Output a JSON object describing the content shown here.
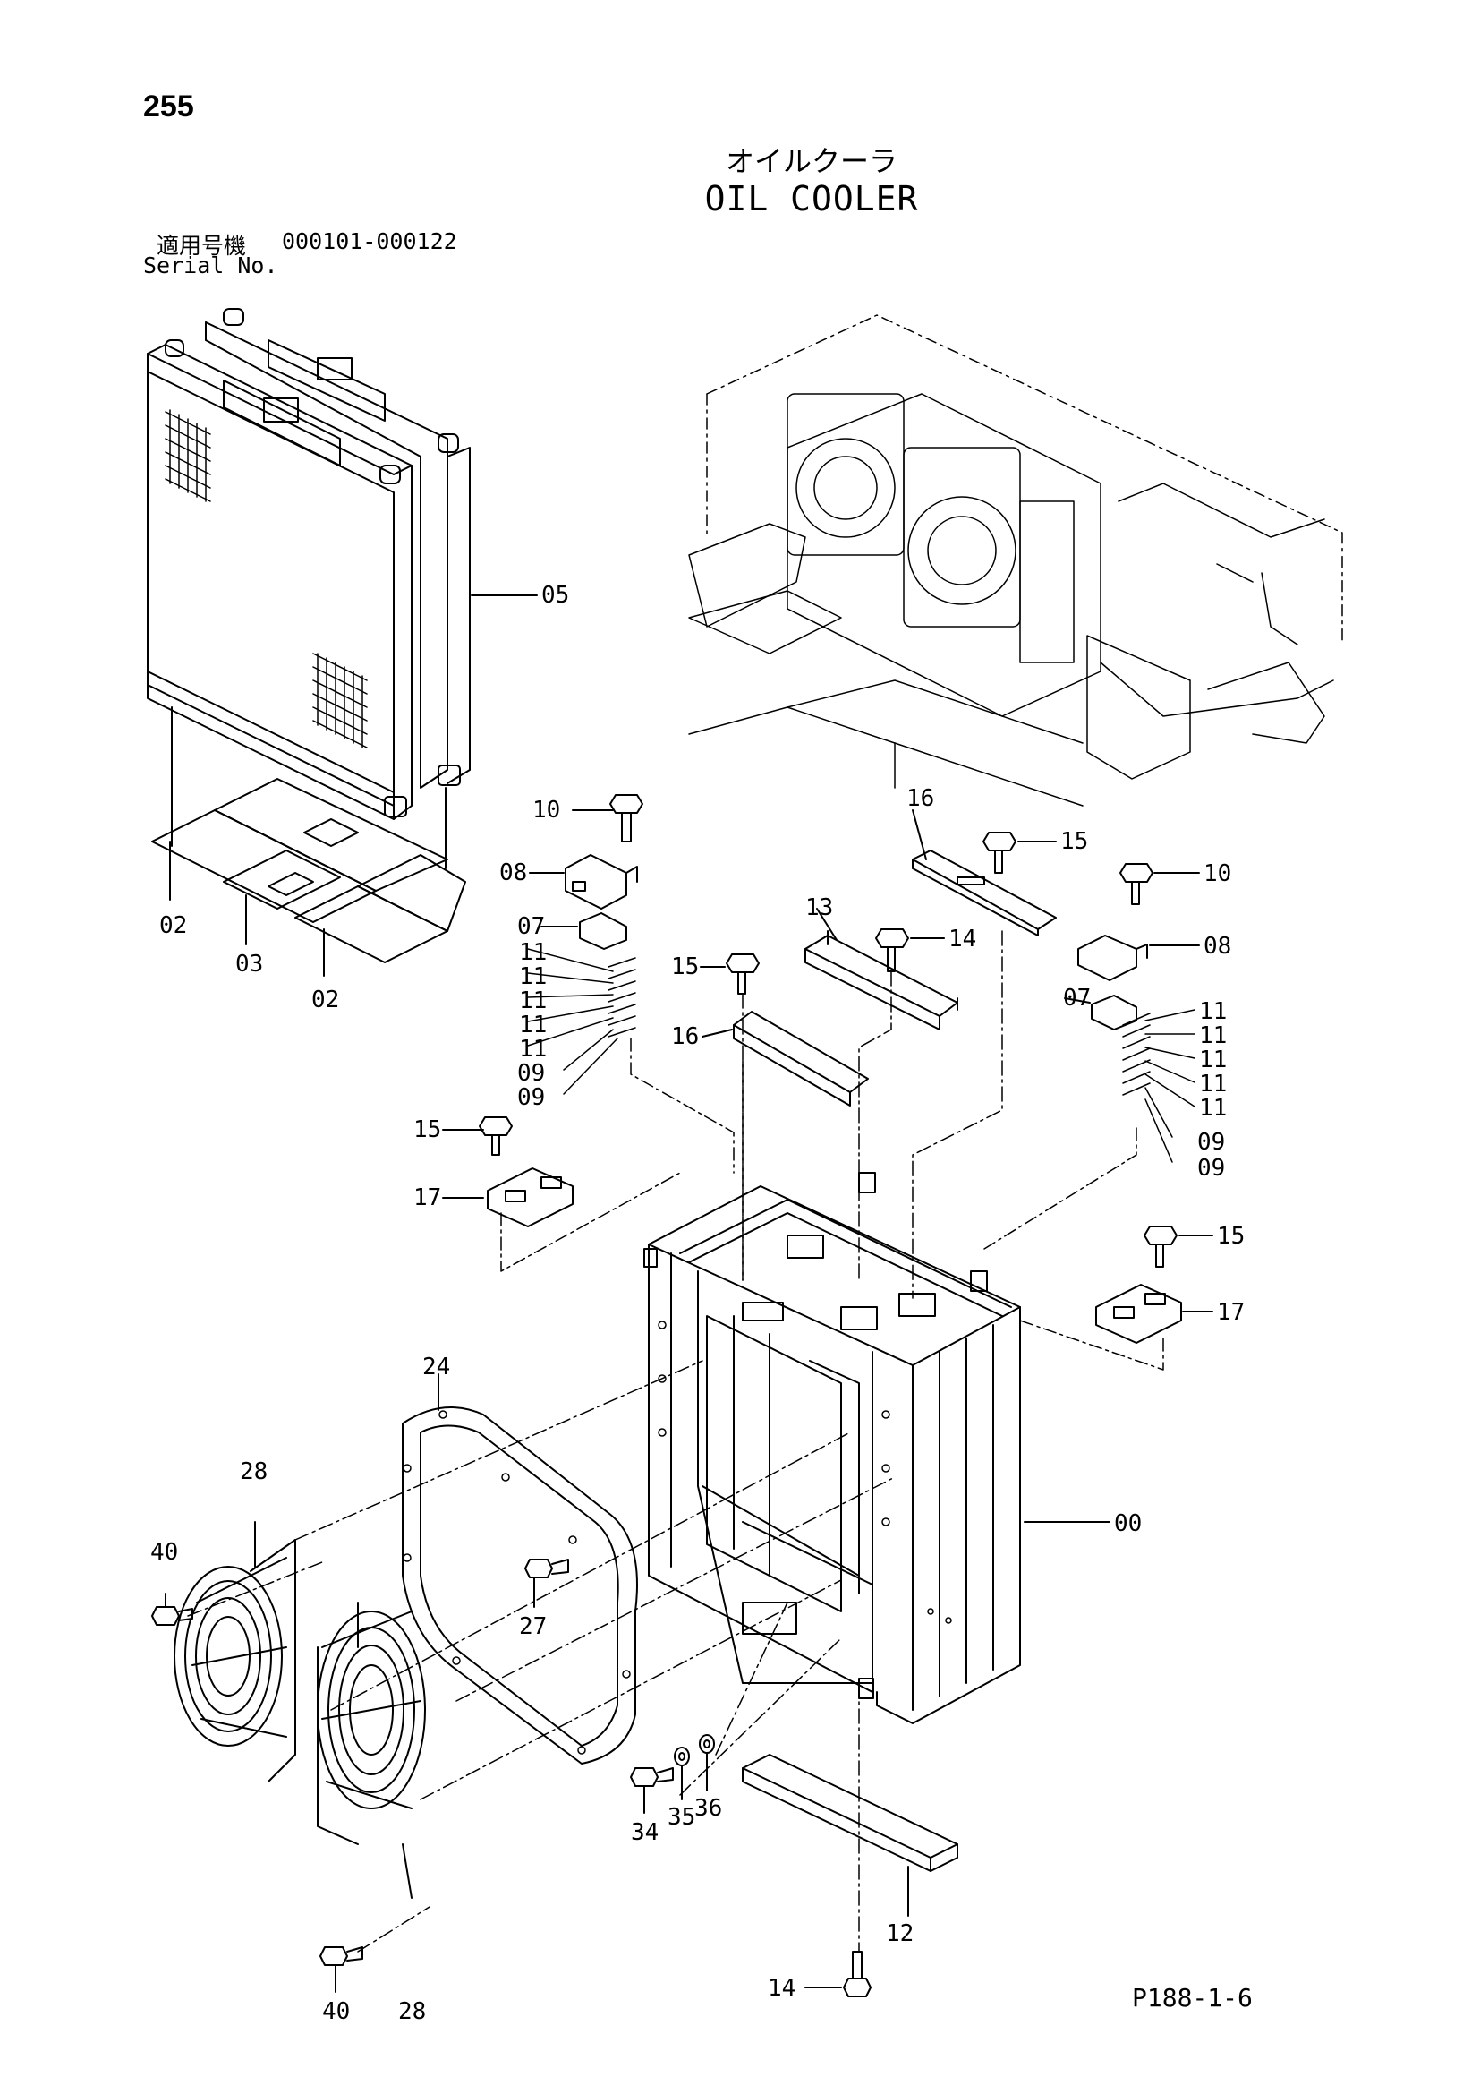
{
  "page": {
    "number": "255",
    "figure_code": "P188-1-6"
  },
  "title": {
    "japanese": "オイルクーラ",
    "english": "OIL COOLER"
  },
  "serial": {
    "label_jp": "適用号機",
    "label_en": "Serial No.",
    "range": "000101-000122"
  },
  "callouts": [
    {
      "id": "c-05",
      "text": "05"
    },
    {
      "id": "c-02a",
      "text": "02"
    },
    {
      "id": "c-03",
      "text": "03"
    },
    {
      "id": "c-02b",
      "text": "02"
    },
    {
      "id": "c-10a",
      "text": "10"
    },
    {
      "id": "c-08a",
      "text": "08"
    },
    {
      "id": "c-07a",
      "text": "07"
    },
    {
      "id": "c-11a1",
      "text": "11"
    },
    {
      "id": "c-11a2",
      "text": "11"
    },
    {
      "id": "c-11a3",
      "text": "11"
    },
    {
      "id": "c-11a4",
      "text": "11"
    },
    {
      "id": "c-11a5",
      "text": "11"
    },
    {
      "id": "c-09a1",
      "text": "09"
    },
    {
      "id": "c-09a2",
      "text": "09"
    },
    {
      "id": "c-15a",
      "text": "15"
    },
    {
      "id": "c-17a",
      "text": "17"
    },
    {
      "id": "c-16a",
      "text": "16"
    },
    {
      "id": "c-15b",
      "text": "15"
    },
    {
      "id": "c-13",
      "text": "13"
    },
    {
      "id": "c-14a",
      "text": "14"
    },
    {
      "id": "c-15c",
      "text": "15"
    },
    {
      "id": "c-16b",
      "text": "16"
    },
    {
      "id": "c-10b",
      "text": "10"
    },
    {
      "id": "c-08b",
      "text": "08"
    },
    {
      "id": "c-07b",
      "text": "07"
    },
    {
      "id": "c-11b1",
      "text": "11"
    },
    {
      "id": "c-11b2",
      "text": "11"
    },
    {
      "id": "c-11b3",
      "text": "11"
    },
    {
      "id": "c-11b4",
      "text": "11"
    },
    {
      "id": "c-11b5",
      "text": "11"
    },
    {
      "id": "c-09b1",
      "text": "09"
    },
    {
      "id": "c-09b2",
      "text": "09"
    },
    {
      "id": "c-15d",
      "text": "15"
    },
    {
      "id": "c-17b",
      "text": "17"
    },
    {
      "id": "c-24",
      "text": "24"
    },
    {
      "id": "c-28a",
      "text": "28"
    },
    {
      "id": "c-40a",
      "text": "40"
    },
    {
      "id": "c-27",
      "text": "27"
    },
    {
      "id": "c-00",
      "text": "00"
    },
    {
      "id": "c-34",
      "text": "34"
    },
    {
      "id": "c-35",
      "text": "35"
    },
    {
      "id": "c-36",
      "text": "36"
    },
    {
      "id": "c-14b",
      "text": "14"
    },
    {
      "id": "c-12",
      "text": "12"
    },
    {
      "id": "c-40b",
      "text": "40"
    },
    {
      "id": "c-28b",
      "text": "28"
    }
  ]
}
